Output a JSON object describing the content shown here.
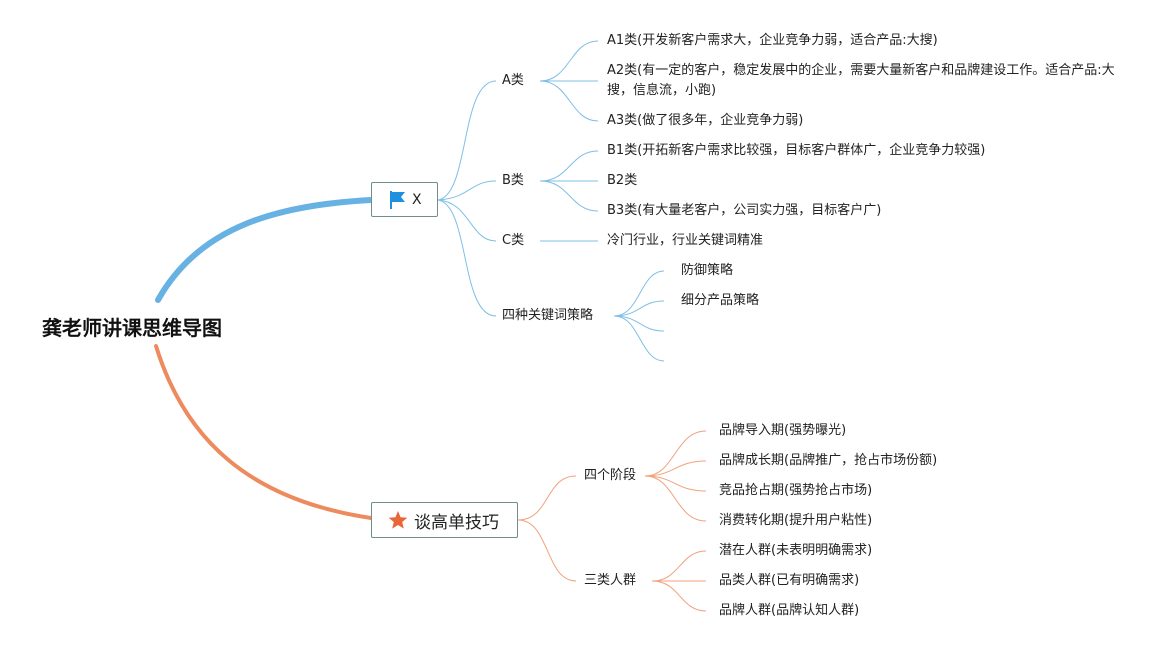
{
  "root": {
    "label": "龚老师讲课思维导图"
  },
  "colors": {
    "blue": "#67b2e3",
    "orange": "#ed8a5e",
    "star": "#e8663a",
    "flag": "#1e90e0"
  },
  "branch_x": {
    "label": "X",
    "icon": "flag-icon",
    "children": [
      {
        "label": "A类",
        "items": [
          "A1类(开发新客户需求大，企业竞争力弱，适合产品:大搜)",
          "A2类(有一定的客户，稳定发展中的企业，需要大量新客户和品牌建设工作。适合产品:大搜，信息流，小跑)",
          "A3类(做了很多年，企业竞争力弱)"
        ]
      },
      {
        "label": "B类",
        "items": [
          "B1类(开拓新客户需求比较强，目标客户群体广，企业竞争力较强)",
          "B2类",
          "B3类(有大量老客户，公司实力强，目标客户广)"
        ]
      },
      {
        "label": "C类",
        "items": [
          "冷门行业，行业关键词精准"
        ]
      },
      {
        "label": "四种关键词策略",
        "items": [
          "防御策略",
          "细分产品策略",
          "",
          ""
        ]
      }
    ]
  },
  "branch_t": {
    "label": "谈高单技巧",
    "icon": "star-icon",
    "children": [
      {
        "label": "四个阶段",
        "items": [
          "品牌导入期(强势曝光)",
          "品牌成长期(品牌推广，抢占市场份额)",
          "竞品抢占期(强势抢占市场)",
          "消费转化期(提升用户粘性)"
        ]
      },
      {
        "label": "三类人群",
        "items": [
          "潜在人群(未表明明确需求)",
          "品类人群(已有明确需求)",
          "品牌人群(品牌认知人群)"
        ]
      }
    ]
  }
}
